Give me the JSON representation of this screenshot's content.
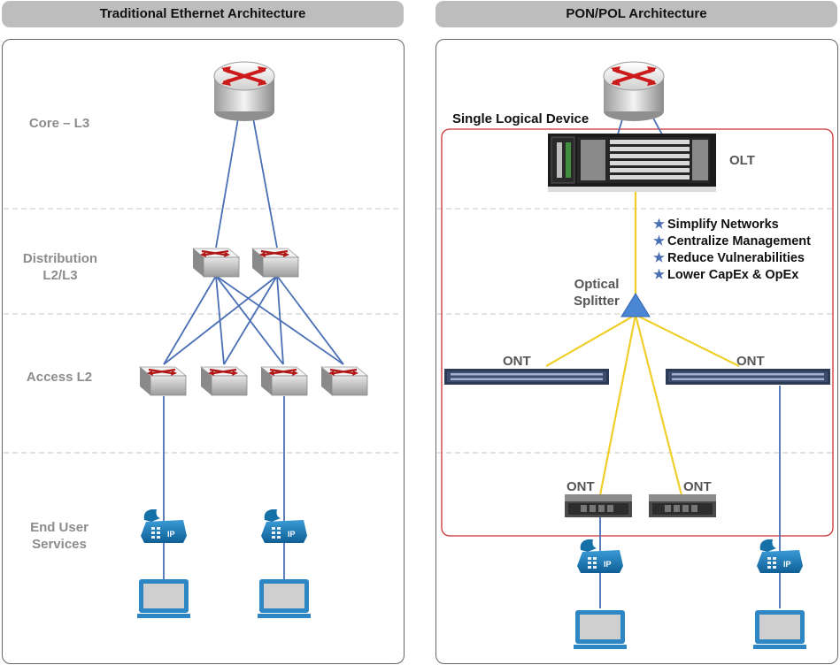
{
  "left": {
    "title": "Traditional Ethernet Architecture",
    "tiers": [
      "Core – L3",
      "Distribution L2/L3",
      "Access L2",
      "End User Services"
    ]
  },
  "right": {
    "title": "PON/POL Architecture",
    "group_label": "Single Logical Device",
    "olt_label": "OLT",
    "splitter_label": "Optical Splitter",
    "ont_label": "ONT",
    "benefits": [
      "Simplify Networks",
      "Centralize Management",
      "Reduce Vulnerabilities",
      "Lower CapEx & OpEx"
    ]
  },
  "icons": {
    "router": "router-icon",
    "switch": "switch-icon",
    "ip_phone": "ip-phone-icon",
    "computer": "computer-icon",
    "olt": "olt-chassis-icon",
    "splitter": "splitter-triangle-icon",
    "ont": "ont-icon"
  },
  "phone_badge": "IP",
  "colors": {
    "link": "#4a6fb5",
    "fiber": "#f0cf2a",
    "group_border": "#cc3333",
    "phone": "#1e7ab8"
  }
}
